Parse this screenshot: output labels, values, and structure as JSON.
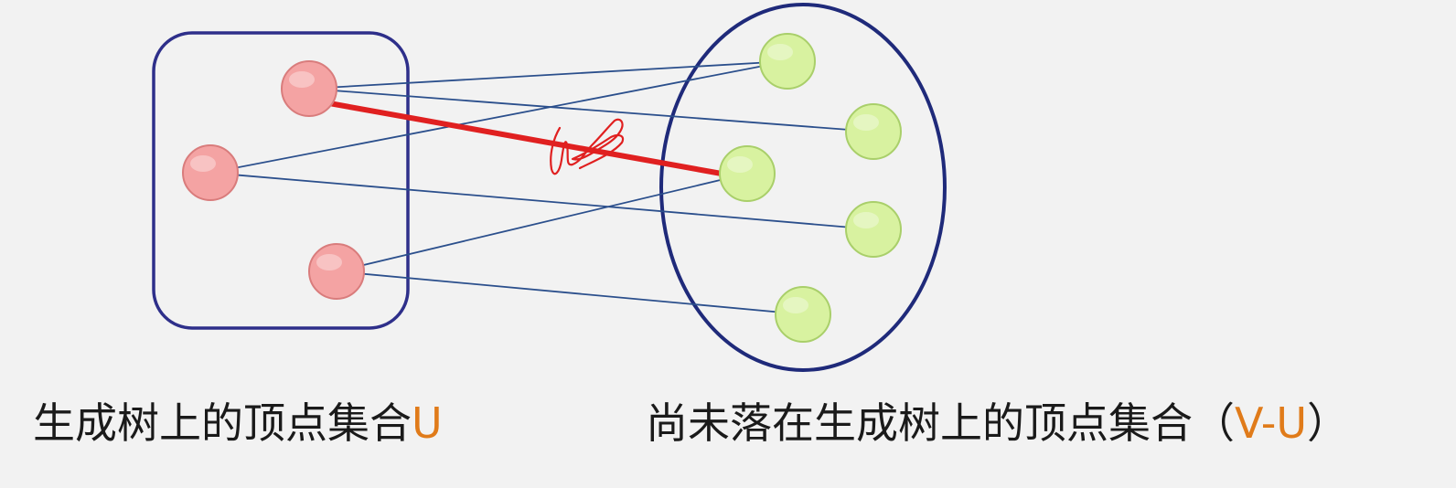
{
  "labels": {
    "u_set": {
      "text": "生成树上的顶点集合",
      "symbol": "U"
    },
    "v_minus_u_set": {
      "text": "尚未落在生成树上的顶点集合",
      "open": "（",
      "symbol": "V-U",
      "close": "）"
    }
  },
  "colors": {
    "background": "#f2f2f2",
    "container_stroke": "#2e2f8a",
    "edge": "#2b4f8c",
    "highlight_edge": "#e02020",
    "tree_node_fill": "#f4a3a3",
    "tree_node_stroke": "#d97c7c",
    "non_tree_node_fill": "#d8f2a0",
    "non_tree_node_stroke": "#a9cf6a",
    "label_text": "#1a1a1a",
    "symbol_text": "#e07b1a"
  },
  "nodes_u": [
    "u1",
    "u2",
    "u3"
  ],
  "nodes_v": [
    "v1",
    "v2",
    "v3",
    "v4",
    "v5"
  ],
  "edges": [
    [
      "u1",
      "v1"
    ],
    [
      "u1",
      "v2"
    ],
    [
      "u2",
      "v1"
    ],
    [
      "u2",
      "v4"
    ],
    [
      "u3",
      "v3"
    ],
    [
      "u3",
      "v5"
    ]
  ],
  "highlight_edge": [
    "u1",
    "v3"
  ]
}
